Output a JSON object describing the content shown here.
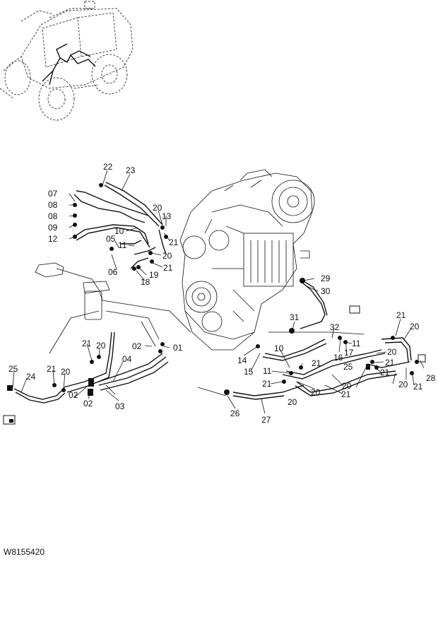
{
  "drawing_code": "W8155420",
  "callouts": [
    {
      "id": "c22",
      "text": "22"
    },
    {
      "id": "c23",
      "text": "23"
    },
    {
      "id": "c07",
      "text": "07"
    },
    {
      "id": "c08a",
      "text": "08"
    },
    {
      "id": "c08b",
      "text": "08"
    },
    {
      "id": "c09",
      "text": "09"
    },
    {
      "id": "c12",
      "text": "12"
    },
    {
      "id": "c20a",
      "text": "20"
    },
    {
      "id": "c13",
      "text": "13"
    },
    {
      "id": "c10a",
      "text": "10"
    },
    {
      "id": "c05",
      "text": "05"
    },
    {
      "id": "c11a",
      "text": "11"
    },
    {
      "id": "c21a",
      "text": "21"
    },
    {
      "id": "c20b",
      "text": "20"
    },
    {
      "id": "c06",
      "text": "06"
    },
    {
      "id": "c21b",
      "text": "21"
    },
    {
      "id": "c19",
      "text": "19"
    },
    {
      "id": "c18",
      "text": "18"
    },
    {
      "id": "c29",
      "text": "29"
    },
    {
      "id": "c30",
      "text": "30"
    },
    {
      "id": "c21c",
      "text": "21"
    },
    {
      "id": "c20c",
      "text": "20"
    },
    {
      "id": "c31",
      "text": "31"
    },
    {
      "id": "c32",
      "text": "32"
    },
    {
      "id": "c11b",
      "text": "11"
    },
    {
      "id": "c16",
      "text": "16"
    },
    {
      "id": "c17",
      "text": "17"
    },
    {
      "id": "c20d",
      "text": "20"
    },
    {
      "id": "c21d",
      "text": "21"
    },
    {
      "id": "c25a",
      "text": "25"
    },
    {
      "id": "c21e",
      "text": "21"
    },
    {
      "id": "c28",
      "text": "28"
    },
    {
      "id": "c20e",
      "text": "20"
    },
    {
      "id": "c21f",
      "text": "21"
    },
    {
      "id": "c21g",
      "text": "21"
    },
    {
      "id": "c20f",
      "text": "20"
    },
    {
      "id": "c02a",
      "text": "02"
    },
    {
      "id": "c01",
      "text": "01"
    },
    {
      "id": "c14",
      "text": "14"
    },
    {
      "id": "c10b",
      "text": "10"
    },
    {
      "id": "c15",
      "text": "15"
    },
    {
      "id": "c11c",
      "text": "11"
    },
    {
      "id": "c21h",
      "text": "21"
    },
    {
      "id": "c21i",
      "text": "21"
    },
    {
      "id": "c20g",
      "text": "20"
    },
    {
      "id": "c20h",
      "text": "20"
    },
    {
      "id": "c21j",
      "text": "21"
    },
    {
      "id": "c20i",
      "text": "20"
    },
    {
      "id": "c04",
      "text": "04"
    },
    {
      "id": "c25b",
      "text": "25"
    },
    {
      "id": "c24",
      "text": "24"
    },
    {
      "id": "c21k",
      "text": "21"
    },
    {
      "id": "c20j",
      "text": "20"
    },
    {
      "id": "c02b",
      "text": "02"
    },
    {
      "id": "c02c",
      "text": "02"
    },
    {
      "id": "c03",
      "text": "03"
    },
    {
      "id": "c26",
      "text": "26"
    },
    {
      "id": "c27",
      "text": "27"
    }
  ]
}
